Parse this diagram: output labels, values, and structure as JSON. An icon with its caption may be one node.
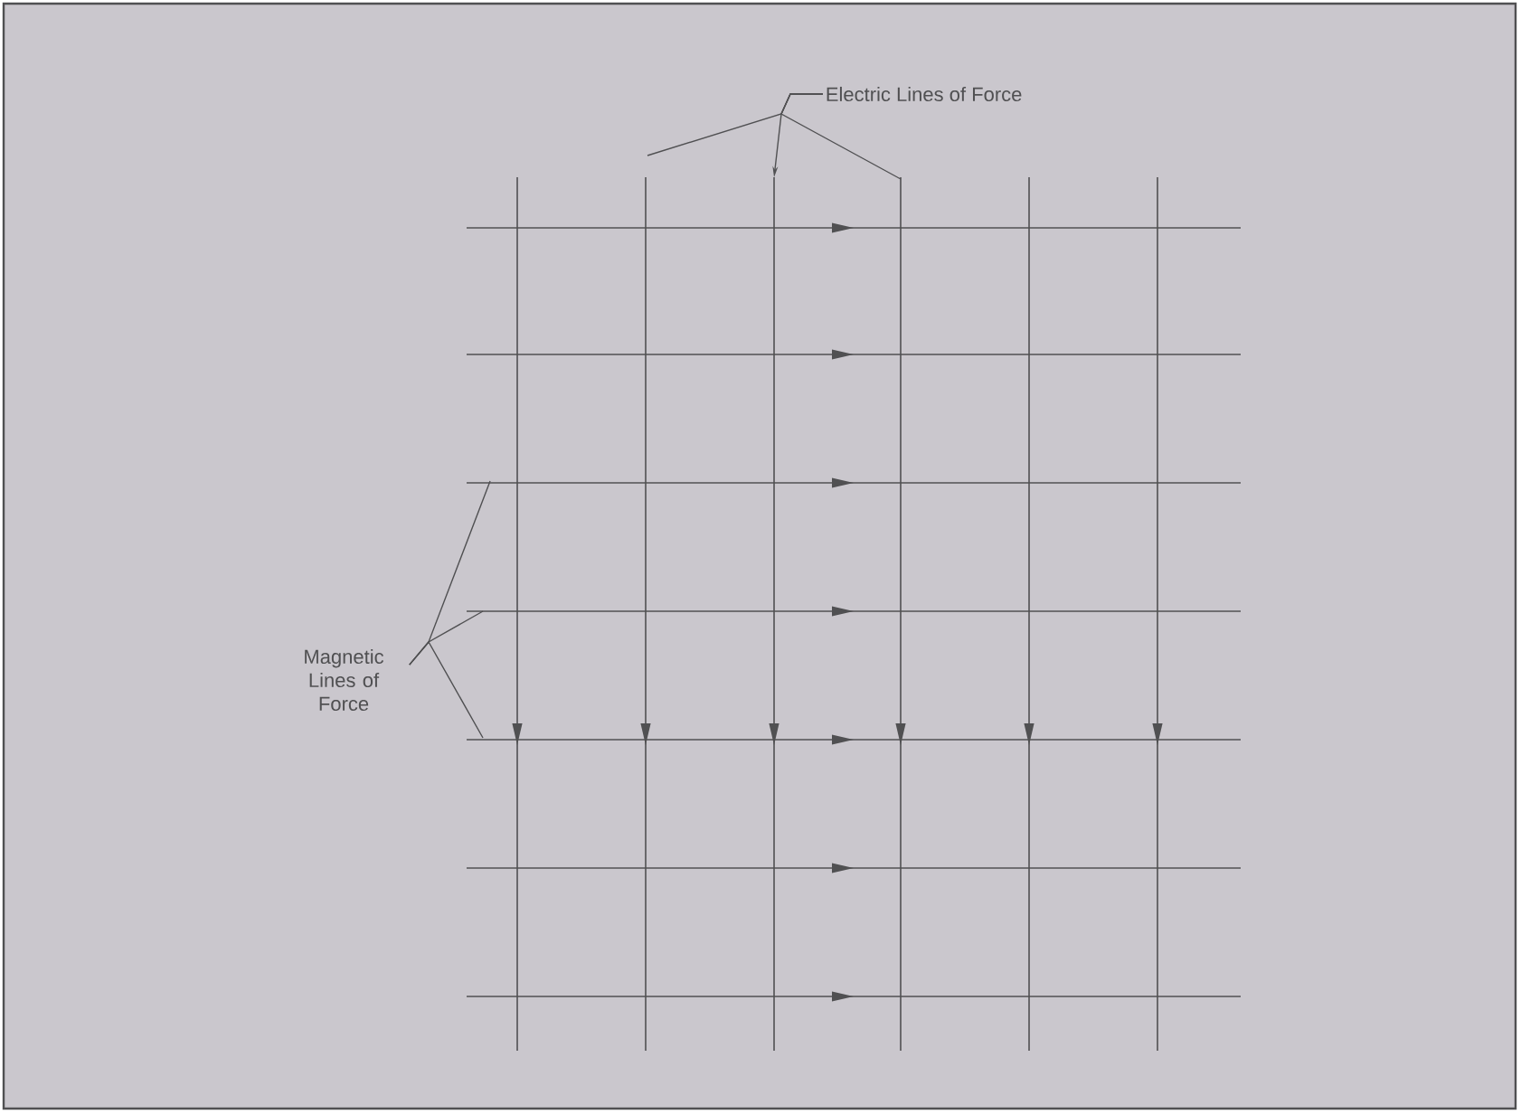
{
  "diagram": {
    "nodes": [
      {
        "text": [
          "Electric Lines of Force"
        ]
      },
      {
        "text": [
          "Magnetic Lines of Force"
        ]
      }
    ],
    "edges": [
      {
        "from": 0,
        "to": null,
        "arrow": "none"
      },
      {
        "from": 0,
        "to": null,
        "arrow": "to"
      },
      {
        "from": 0,
        "to": null,
        "arrow": "none"
      },
      {
        "from": 1,
        "to": null,
        "arrow": "none"
      },
      {
        "from": 1,
        "to": null,
        "arrow": "none"
      },
      {
        "from": 1,
        "to": null,
        "arrow": "none"
      }
    ]
  }
}
